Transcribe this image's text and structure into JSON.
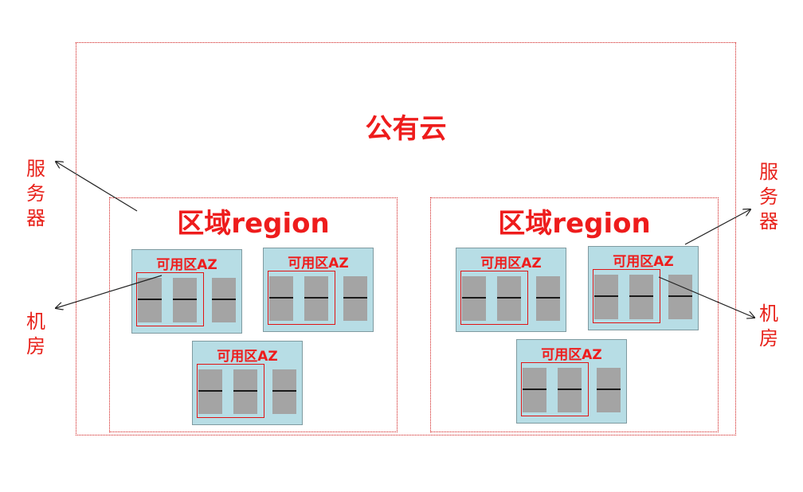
{
  "public_cloud": {
    "title": "公有云"
  },
  "regions": [
    {
      "title": "区域region",
      "azs": [
        {
          "title": "可用区AZ"
        },
        {
          "title": "可用区AZ"
        },
        {
          "title": "可用区AZ"
        }
      ]
    },
    {
      "title": "区域region",
      "azs": [
        {
          "title": "可用区AZ"
        },
        {
          "title": "可用区AZ"
        },
        {
          "title": "可用区AZ"
        }
      ]
    }
  ],
  "labels": {
    "server_left": [
      "服",
      "务",
      "器"
    ],
    "room_left": [
      "机",
      "房"
    ],
    "server_right": [
      "服",
      "务",
      "器"
    ],
    "room_right": [
      "机",
      "房"
    ]
  },
  "colors": {
    "accent_red": "#ee1c1c",
    "az_fill": "#b7dde5",
    "server_fill": "#a4a4a4"
  }
}
